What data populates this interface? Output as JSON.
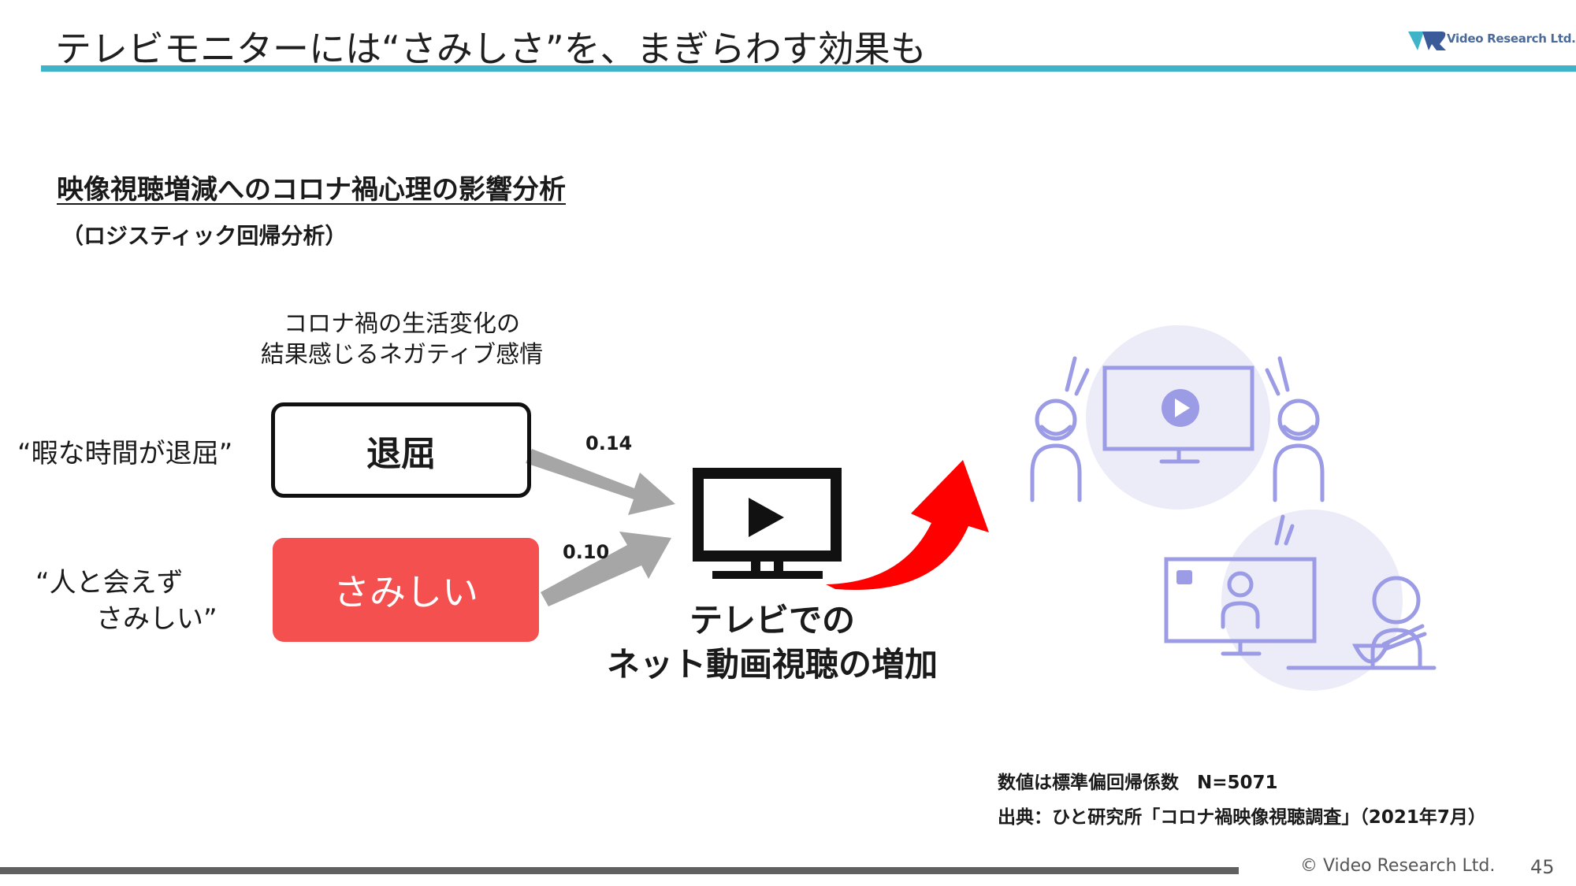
{
  "header": {
    "title": "テレビモニターには“さみしさ”を、まぎらわす効果も",
    "logo_text": "Video Research Ltd.",
    "accent_color": "#3fb4c8"
  },
  "section": {
    "heading": "映像視聴増減へのコロナ禍心理の影響分析",
    "subheading": "（ロジスティック回帰分析）"
  },
  "diagram": {
    "cause_label": "コロナ禍の生活変化の\n結果感じるネガティブ感情",
    "factors": [
      {
        "quote": "“暇な時間が退屈”",
        "label": "退屈",
        "coefficient": "0.14"
      },
      {
        "quote_line1": "“人と会えず",
        "quote_line2": "さみしい”",
        "label": "さみしい",
        "coefficient": "0.10",
        "color": "#f45050"
      }
    ],
    "outcome_label": "テレビでの\nネット動画視聴の増加",
    "arrow_color": "#ff0000",
    "illustration_color": "#9b9be6"
  },
  "notes": {
    "line1": "数値は標準偏回帰係数　N=5071",
    "line2": "出典：ひと研究所「コロナ禍映像視聴調査」（2021年7月）"
  },
  "footer": {
    "copyright": "© Video Research Ltd.",
    "page_number": "45"
  }
}
